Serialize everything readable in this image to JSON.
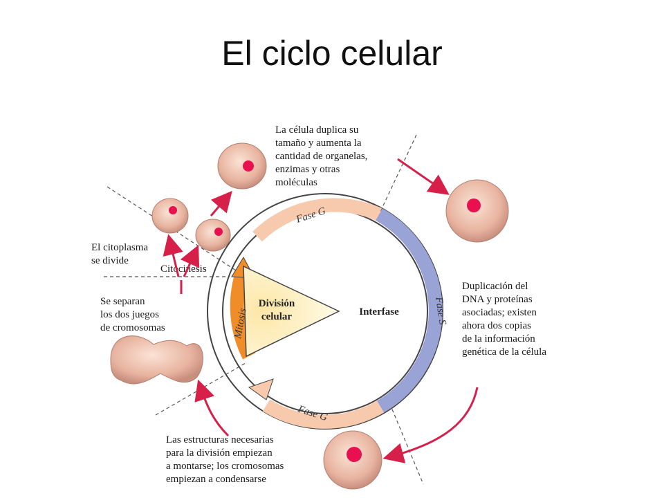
{
  "title": "El ciclo celular",
  "diagram": {
    "center": {
      "interfase": "Interfase",
      "division_line1": "División",
      "division_line2": "celular"
    },
    "phases": {
      "fase_g1_top": "Fase G",
      "fase_s": "Fase S",
      "fase_g2_bottom": "Fase G",
      "mitosis": "Mitosis",
      "citocinesis": "Citocinesis"
    },
    "annotations": {
      "growth": [
        "La célula duplica su",
        "tamaño y aumenta la",
        "cantidad de organelas,",
        "enzimas y otras",
        "moléculas"
      ],
      "dna": [
        "Duplicación del",
        "DNA y proteínas",
        "asociadas; existen",
        "ahora dos copias",
        "de la información",
        "genética de la célula"
      ],
      "structures": [
        "Las estructuras necesarias",
        "para la división empiezan",
        "a montarse; los cromosomas",
        "empiezan a condensarse"
      ],
      "chromosomes": [
        "Se separan",
        "los dos juegos",
        "de cromosomas"
      ],
      "cytoplasm": [
        "El citoplasma",
        "se divide"
      ]
    }
  },
  "colors": {
    "ring_g": "#f7c9ad",
    "ring_s": "#9aa3d6",
    "mitosis": "#f08d28",
    "arrow_red": "#d6204a",
    "cell": "#e8b4a0",
    "nucleus": "#e8104f"
  }
}
